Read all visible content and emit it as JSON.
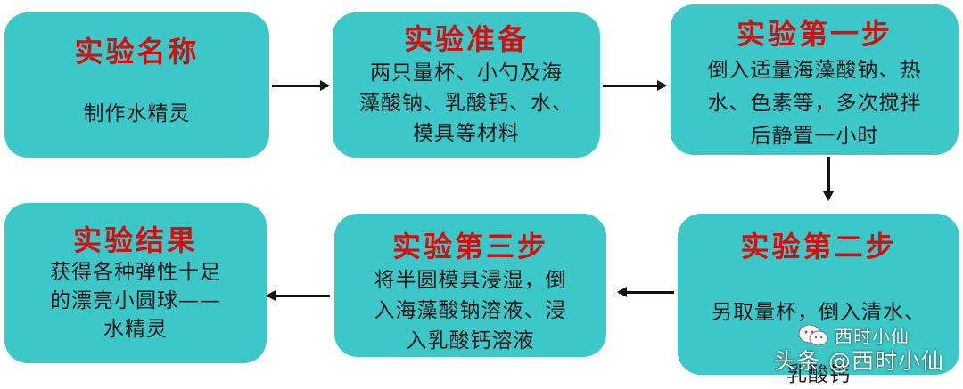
{
  "steps": [
    {
      "title": "实验名称",
      "lines": [
        "制作水精灵"
      ]
    },
    {
      "title": "实验准备",
      "lines": [
        "两只量杯、小勺及海",
        "藻酸钠、乳酸钙、水、",
        "模具等材料"
      ]
    },
    {
      "title": "实验第一步",
      "lines": [
        "倒入适量海藻酸钠、热",
        "水、色素等，多次搅拌",
        "后静置一小时"
      ]
    },
    {
      "title": "实验第二步",
      "lines": [
        "另取量杯，倒入清水、",
        "乳酸钙"
      ]
    },
    {
      "title": "实验第三步",
      "lines": [
        "将半圆模具浸湿，倒",
        "入海藻酸钠溶液、浸",
        "入乳酸钙溶液"
      ]
    },
    {
      "title": "实验结果",
      "lines": [
        "获得各种弹性十足",
        "的漂亮小圆球——",
        "水精灵"
      ]
    }
  ],
  "watermark": {
    "name": "西时小仙",
    "line": "头条 @西时小仙",
    "icon": "wechat-icon"
  },
  "colors": {
    "box_fill": "#3cc8c8",
    "title_red": "#d40f0f",
    "arrow": "#111111"
  }
}
